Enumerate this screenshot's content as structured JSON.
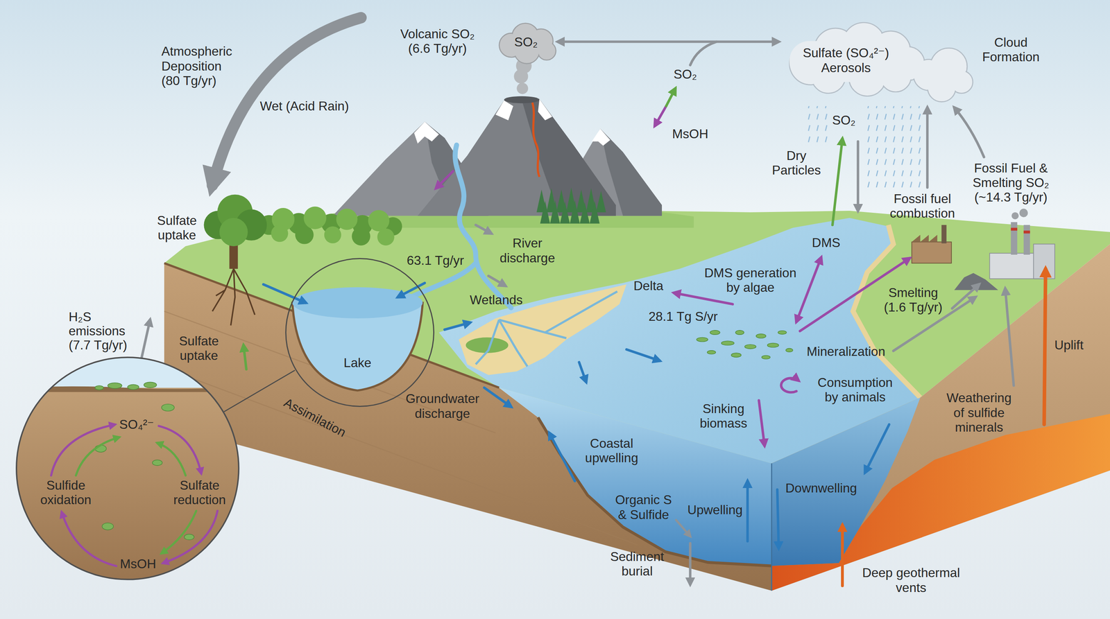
{
  "diagram": {
    "nodes": [
      {
        "text": [
          "SO₂"
        ]
      },
      {
        "text": [
          "Sulfate (SO₄²⁻) Aerosols"
        ]
      },
      {
        "text": [
          "Lake"
        ]
      },
      {
        "text": [
          "SO₄²⁻",
          "Sulfide oxidation",
          "Sulfate reduction",
          "MsOH"
        ]
      }
    ],
    "edges": [
      {
        "from": 0,
        "to": 1,
        "arrow": "both"
      },
      {
        "from": 3,
        "to": 2,
        "arrow": "none"
      }
    ],
    "labels": [
      "Volcanic SO₂ (6.6 Tg/yr)",
      "Cloud Formation",
      "Atmospheric Deposition (80 Tg/yr)",
      "SO₂",
      "Wet (Acid Rain)",
      "SO₂",
      "MsOH",
      "Dry Particles",
      "Fossil Fuel & Smelting SO₂ (~14.3 Tg/yr)",
      "Fossil fuel combustion",
      "Sulfate uptake",
      "DMS",
      "River discharge",
      "63.1 Tg/yr",
      "DMS generation by algae",
      "Delta",
      "Wetlands",
      "Smelting (1.6 Tg/yr)",
      "28.1 Tg S/yr",
      "H₂S emissions (7.7 Tg/yr)",
      "Uplift",
      "Sulfate uptake",
      "Mineralization",
      "Consumption by animals",
      "Groundwater discharge",
      "Assimilation",
      "Weathering of sulfide minerals",
      "Sinking biomass",
      "Coastal upwelling",
      "Downwelling",
      "Organic S & Sulfide",
      "Upwelling",
      "Sediment burial",
      "Deep geothermal vents"
    ]
  }
}
